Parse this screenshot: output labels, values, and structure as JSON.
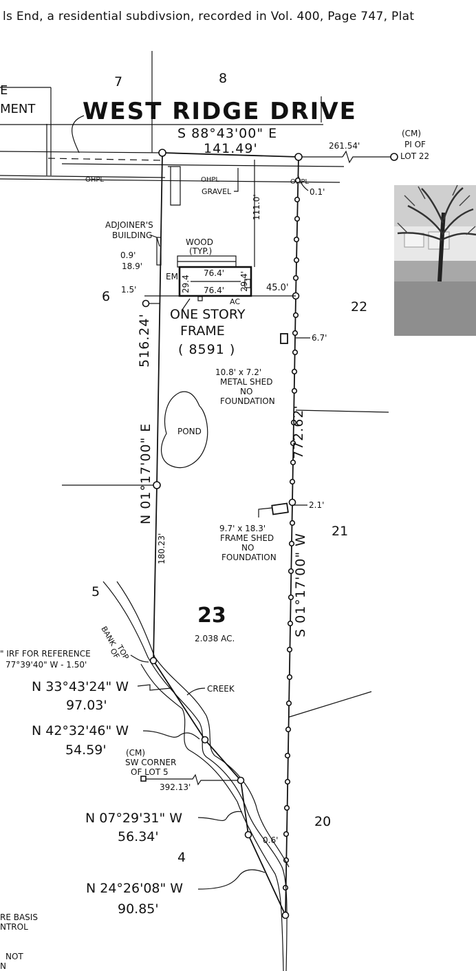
{
  "header_text": "ls End, a residential subdivsion, recorded in Vol. 400, Page 747, Plat",
  "street_name": "WEST RIDGE DRIVE",
  "easement_fragment": "MENT",
  "easement_fragment_top": "E",
  "lot_numbers": {
    "lot7": "7",
    "lot8": "8",
    "lot6": "6",
    "lot22": "22",
    "lot21": "21",
    "lot5": "5",
    "lot4": "4",
    "lot20": "20"
  },
  "north_line": {
    "bearing": "S 88°43'00\" E",
    "distance": "141.49'"
  },
  "pi_note": {
    "cm": "(CM)",
    "line1": "PI OF",
    "line2": "LOT 22",
    "distance": "261.54'"
  },
  "utility_label": "OHPL",
  "gravel_label": "GRAVEL",
  "dim_111": "111.0'",
  "dim_01": "0.1'",
  "adjoiner": {
    "line1": "ADJOINER'S",
    "line2": "BUILDING"
  },
  "dim_09": "0.9'",
  "dim_189": "18.9'",
  "dim_15": "1.5'",
  "wood": {
    "line1": "WOOD",
    "line2": "(TYP.)"
  },
  "house": {
    "dim_top": "76.4'",
    "dim_bottom": "76.4'",
    "dim_left": "29.4",
    "dim_right": "29.4'",
    "em": "EM",
    "ac": "AC",
    "setback": "45.0'"
  },
  "house_label": {
    "line1": "ONE STORY",
    "line2": "FRAME",
    "line3": "( 8591 )"
  },
  "west_line": {
    "distance": "516.24'",
    "bearing": "N 01°17'00\" E",
    "partial": "180.23'"
  },
  "shed1": {
    "offset": "6.7'",
    "line1": "10.8' x 7.2'",
    "line2": "METAL SHED",
    "line3": "NO",
    "line4": "FOUNDATION"
  },
  "pond_label": "POND",
  "east_line": {
    "distance": "772.62'",
    "bearing": "S 01°17'00\" W"
  },
  "shed2": {
    "offset": "2.1'",
    "line1": "9.7' x 18.3'",
    "line2": "FRAME SHED",
    "line3": "NO",
    "line4": "FOUNDATION"
  },
  "lot23": {
    "number": "23",
    "area": "2.038 AC."
  },
  "top_bank": {
    "line1": "TOP",
    "line2": "BANK",
    "line3": "OF"
  },
  "irf_note": {
    "line1": "\" IRF FOR REFERENCE",
    "line2": "77°39'40\" W - 1.50'"
  },
  "creek_label": "CREEK",
  "courses": [
    {
      "bearing": "N 33°43'24\" W",
      "distance": "97.03'"
    },
    {
      "bearing": "N 42°32'46\" W",
      "distance": "54.59'"
    },
    {
      "bearing": "N 07°29'31\" W",
      "distance": "56.34'"
    },
    {
      "bearing": "N 24°26'08\" W",
      "distance": "90.85'"
    }
  ],
  "sw_corner": {
    "cm": "(CM)",
    "line1": "SW CORNER",
    "line2": "OF LOT 5",
    "distance": "392.13'"
  },
  "dim_06": "0.6'",
  "edge_notes": {
    "basis": "RE BASIS",
    "control": "NTROL",
    "not": "NOT",
    "n": "N"
  }
}
